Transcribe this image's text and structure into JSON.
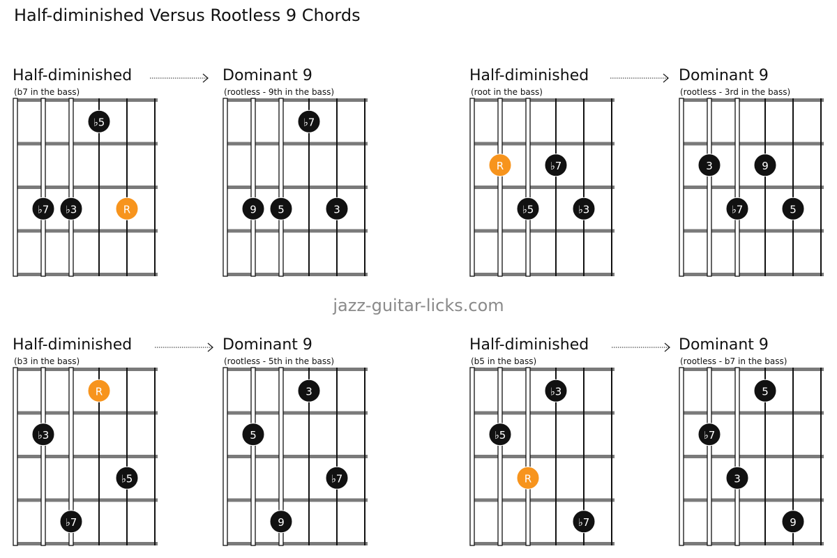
{
  "title": "Half-diminished Versus Rootless 9 Chords",
  "watermark": "jazz-guitar-licks.com",
  "colors": {
    "note": "#111111",
    "root": "#f7941d",
    "fret": "#7a7a7a"
  },
  "diagrams": [
    {
      "title": "Half-diminished",
      "subtitle": "(b7 in the bass)",
      "arrow": true,
      "notes": [
        {
          "label": "♭5",
          "string": 4,
          "fret": 1
        },
        {
          "label": "♭7",
          "string": 2,
          "fret": 3
        },
        {
          "label": "♭3",
          "string": 3,
          "fret": 3
        },
        {
          "label": "R",
          "string": 5,
          "fret": 3,
          "root": true
        }
      ]
    },
    {
      "title": "Dominant 9",
      "subtitle": "(rootless - 9th in the bass)",
      "arrow": false,
      "notes": [
        {
          "label": "♭7",
          "string": 4,
          "fret": 1
        },
        {
          "label": "9",
          "string": 2,
          "fret": 3
        },
        {
          "label": "5",
          "string": 3,
          "fret": 3
        },
        {
          "label": "3",
          "string": 5,
          "fret": 3
        }
      ]
    },
    {
      "title": "Half-diminished",
      "subtitle": "(root in the bass)",
      "arrow": true,
      "notes": [
        {
          "label": "R",
          "string": 2,
          "fret": 2,
          "root": true
        },
        {
          "label": "♭7",
          "string": 4,
          "fret": 2
        },
        {
          "label": "♭5",
          "string": 3,
          "fret": 3
        },
        {
          "label": "♭3",
          "string": 5,
          "fret": 3
        }
      ]
    },
    {
      "title": "Dominant 9",
      "subtitle": "(rootless - 3rd in the bass)",
      "arrow": false,
      "notes": [
        {
          "label": "3",
          "string": 2,
          "fret": 2
        },
        {
          "label": "9",
          "string": 4,
          "fret": 2
        },
        {
          "label": "♭7",
          "string": 3,
          "fret": 3
        },
        {
          "label": "5",
          "string": 5,
          "fret": 3
        }
      ]
    },
    {
      "title": "Half-diminished",
      "subtitle": "(b3 in the bass)",
      "arrow": true,
      "notes": [
        {
          "label": "R",
          "string": 4,
          "fret": 1,
          "root": true
        },
        {
          "label": "♭3",
          "string": 2,
          "fret": 2
        },
        {
          "label": "♭5",
          "string": 5,
          "fret": 3
        },
        {
          "label": "♭7",
          "string": 3,
          "fret": 4
        }
      ]
    },
    {
      "title": "Dominant 9",
      "subtitle": "(rootless - 5th in the bass)",
      "arrow": false,
      "notes": [
        {
          "label": "3",
          "string": 4,
          "fret": 1
        },
        {
          "label": "5",
          "string": 2,
          "fret": 2
        },
        {
          "label": "♭7",
          "string": 5,
          "fret": 3
        },
        {
          "label": "9",
          "string": 3,
          "fret": 4
        }
      ]
    },
    {
      "title": "Half-diminished",
      "subtitle": "(b5 in the bass)",
      "arrow": true,
      "notes": [
        {
          "label": "♭3",
          "string": 4,
          "fret": 1
        },
        {
          "label": "♭5",
          "string": 2,
          "fret": 2
        },
        {
          "label": "R",
          "string": 3,
          "fret": 3,
          "root": true
        },
        {
          "label": "♭7",
          "string": 5,
          "fret": 4
        }
      ]
    },
    {
      "title": "Dominant 9",
      "subtitle": "(rootless - b7 in the bass)",
      "arrow": false,
      "notes": [
        {
          "label": "5",
          "string": 4,
          "fret": 1
        },
        {
          "label": "♭7",
          "string": 2,
          "fret": 2
        },
        {
          "label": "3",
          "string": 3,
          "fret": 3
        },
        {
          "label": "9",
          "string": 5,
          "fret": 4
        }
      ]
    }
  ]
}
